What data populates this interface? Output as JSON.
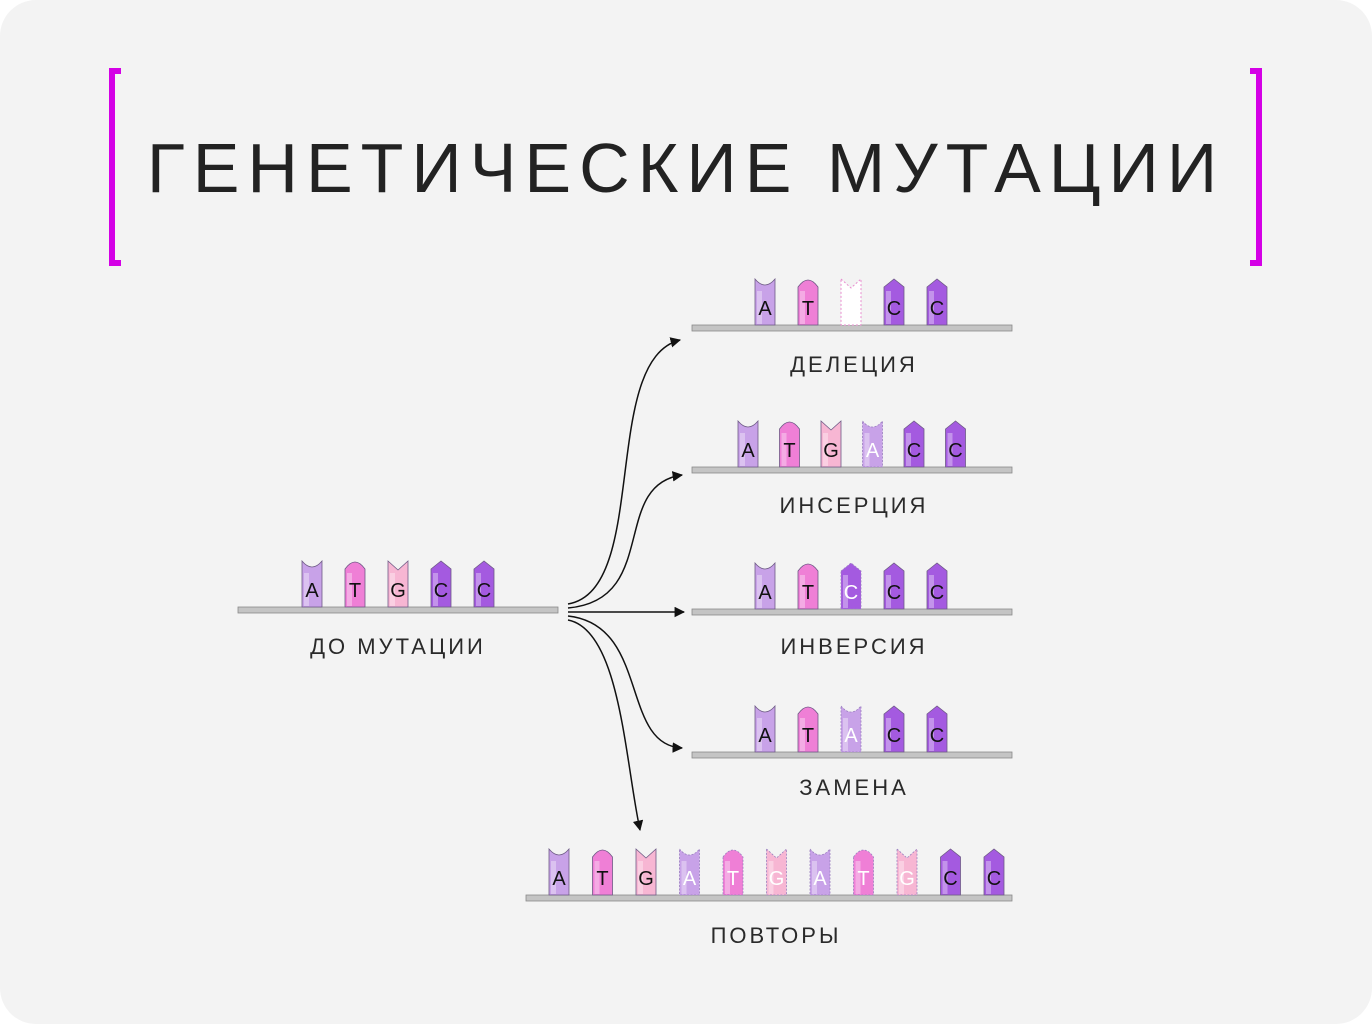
{
  "title": "ГЕНЕТИЧЕСКИЕ МУТАЦИИ",
  "colors": {
    "accent": "#d400e6",
    "A": "#c8a2e8",
    "T": "#ef7fd6",
    "G": "#f7b6d3",
    "C": "#a45ae0",
    "strip": "#c4c4c4",
    "arrow": "#111111"
  },
  "original": {
    "label": "ДО МУТАЦИИ",
    "bases": [
      "A",
      "T",
      "G",
      "C",
      "C"
    ]
  },
  "mutations": [
    {
      "id": "deletion",
      "label": "ДЕЛЕЦИЯ",
      "bases": [
        {
          "b": "A"
        },
        {
          "b": "T"
        },
        {
          "b": "",
          "ghost": true,
          "shape": "G"
        },
        {
          "b": "C"
        },
        {
          "b": "C"
        }
      ]
    },
    {
      "id": "insertion",
      "label": "ИНСЕРЦИЯ",
      "bases": [
        {
          "b": "A"
        },
        {
          "b": "T"
        },
        {
          "b": "G"
        },
        {
          "b": "A",
          "mod": true
        },
        {
          "b": "C"
        },
        {
          "b": "C"
        }
      ]
    },
    {
      "id": "inversion",
      "label": "ИНВЕРСИЯ",
      "bases": [
        {
          "b": "A"
        },
        {
          "b": "T"
        },
        {
          "b": "C",
          "mod": true
        },
        {
          "b": "C"
        },
        {
          "b": "C"
        }
      ]
    },
    {
      "id": "substitution",
      "label": "ЗАМЕНА",
      "bases": [
        {
          "b": "A"
        },
        {
          "b": "T"
        },
        {
          "b": "A",
          "mod": true
        },
        {
          "b": "C"
        },
        {
          "b": "C"
        }
      ]
    },
    {
      "id": "repeats",
      "label": "ПОВТОРЫ",
      "bases": [
        {
          "b": "A"
        },
        {
          "b": "T"
        },
        {
          "b": "G"
        },
        {
          "b": "A",
          "mod": true
        },
        {
          "b": "T",
          "mod": true
        },
        {
          "b": "G",
          "mod": true
        },
        {
          "b": "A",
          "mod": true
        },
        {
          "b": "T",
          "mod": true
        },
        {
          "b": "G",
          "mod": true
        },
        {
          "b": "C"
        },
        {
          "b": "C"
        }
      ]
    }
  ]
}
